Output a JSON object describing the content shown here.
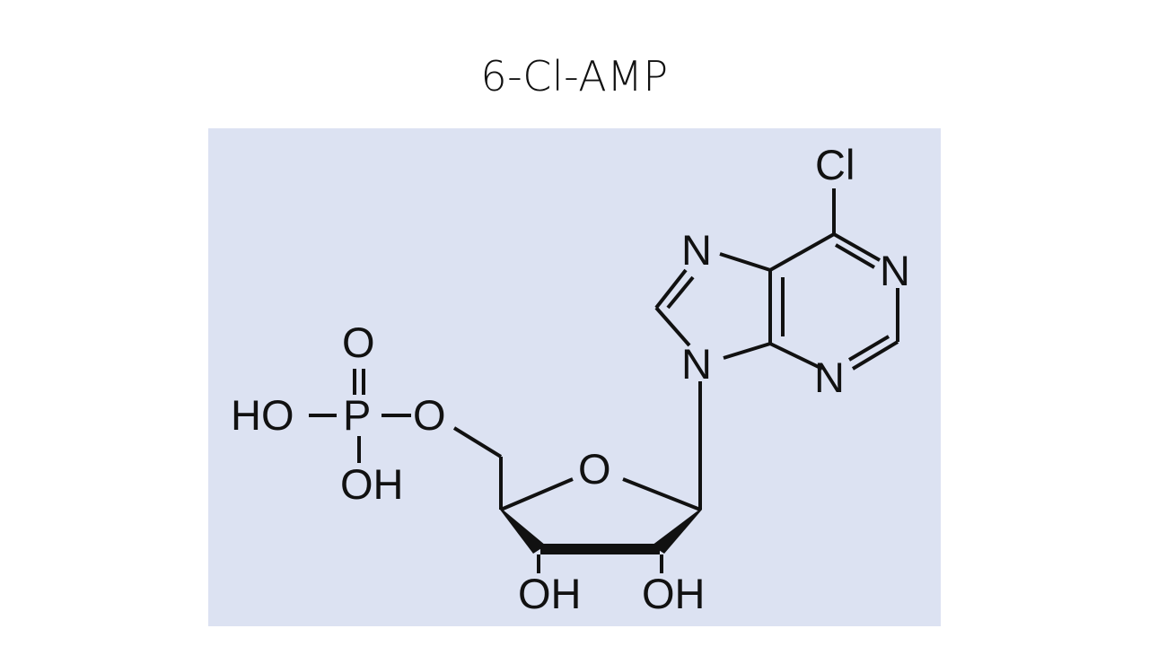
{
  "slide": {
    "title": "6-Cl-AMP"
  },
  "structure": {
    "atoms": {
      "cl": "Cl",
      "n7": "N",
      "n1": "N",
      "n9": "N",
      "n3": "N",
      "phosphate_o_double": "O",
      "ho": "HO",
      "p": "P",
      "o5": "O",
      "phosphate_oh": "OH",
      "ring_o": "O",
      "oh_3": "OH",
      "oh_2": "OH"
    }
  }
}
